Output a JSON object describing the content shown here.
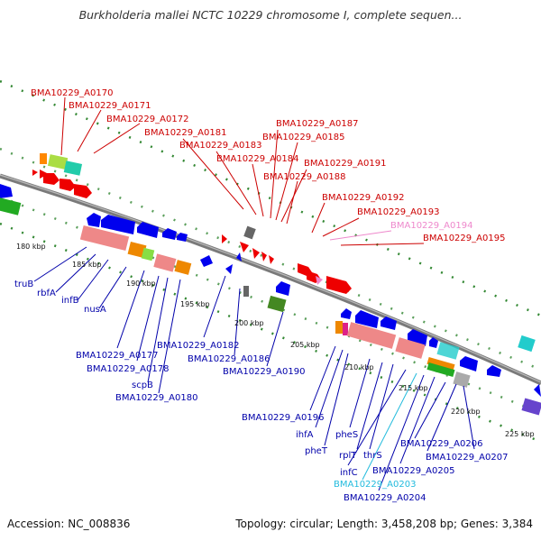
{
  "title": "Burkholderia mallei NCTC 10229 chromosome I, complete sequen...",
  "footer": {
    "accession": "Accession: NC_008836",
    "summary": "Topology: circular; Length: 3,458,208 bp; Genes: 3,384"
  },
  "colors": {
    "backbone": "#888888",
    "forward_label": "#cc0000",
    "reverse_label": "#0000aa",
    "highlight_pink": "#ee88cc",
    "highlight_cyan": "#22bbdd",
    "tick_green": "#338833"
  },
  "ticks": [
    "180 kbp",
    "185 kbp",
    "190 kbp",
    "195 kbp",
    "200 kbp",
    "205 kbp",
    "210 kbp",
    "215 kbp",
    "220 kbp",
    "225 kbp"
  ],
  "forward_labels": [
    "BMA10229_A0170",
    "BMA10229_A0171",
    "BMA10229_A0172",
    "BMA10229_A0181",
    "BMA10229_A0183",
    "BMA10229_A0184",
    "BMA10229_A0187",
    "BMA10229_A0185",
    "BMA10229_A0191",
    "BMA10229_A0188",
    "BMA10229_A0192",
    "BMA10229_A0193",
    "BMA10229_A0194",
    "BMA10229_A0195"
  ],
  "reverse_labels": [
    "truB",
    "rbfA",
    "infB",
    "nusA",
    "BMA10229_A0177",
    "BMA10229_A0178",
    "scpB",
    "BMA10229_A0180",
    "BMA10229_A0182",
    "BMA10229_A0186",
    "BMA10229_A0190",
    "BMA10229_A0196",
    "ihfA",
    "pheT",
    "pheS",
    "rplT",
    "thrS",
    "infC",
    "BMA10229_A0203",
    "BMA10229_A0204",
    "BMA10229_A0205",
    "BMA10229_A0206",
    "BMA10229_A0207"
  ]
}
